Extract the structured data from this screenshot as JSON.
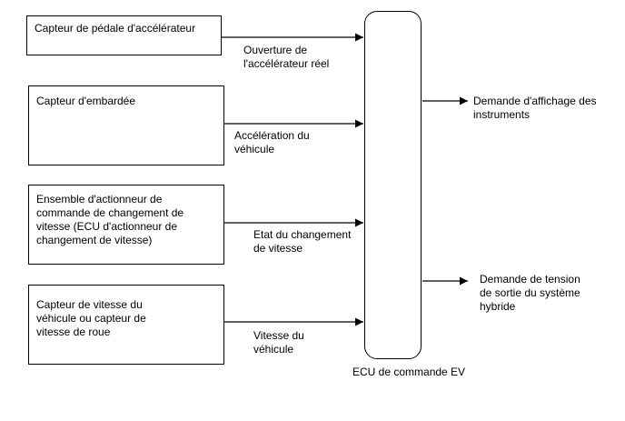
{
  "inputs": [
    {
      "box": "Capteur de pédale d'accélérateur",
      "signal": "Ouverture de\nl'accélérateur réel"
    },
    {
      "box": "Capteur d'embardée",
      "signal": "Accélération du\nvéhicule"
    },
    {
      "box": "Ensemble d'actionneur de\ncommande de changement de\nvitesse (ECU d'actionneur de\nchangement de vitesse)",
      "signal": "Etat du changement\nde vitesse"
    },
    {
      "box": "Capteur de vitesse du\nvéhicule ou capteur de\nvitesse de roue",
      "signal": "Vitesse du\nvéhicule"
    }
  ],
  "ecu": {
    "label": "ECU de commande EV"
  },
  "outputs": [
    {
      "label": "Demande d'affichage des\ninstruments"
    },
    {
      "label": "Demande de tension\nde sortie du système\nhybride"
    }
  ]
}
